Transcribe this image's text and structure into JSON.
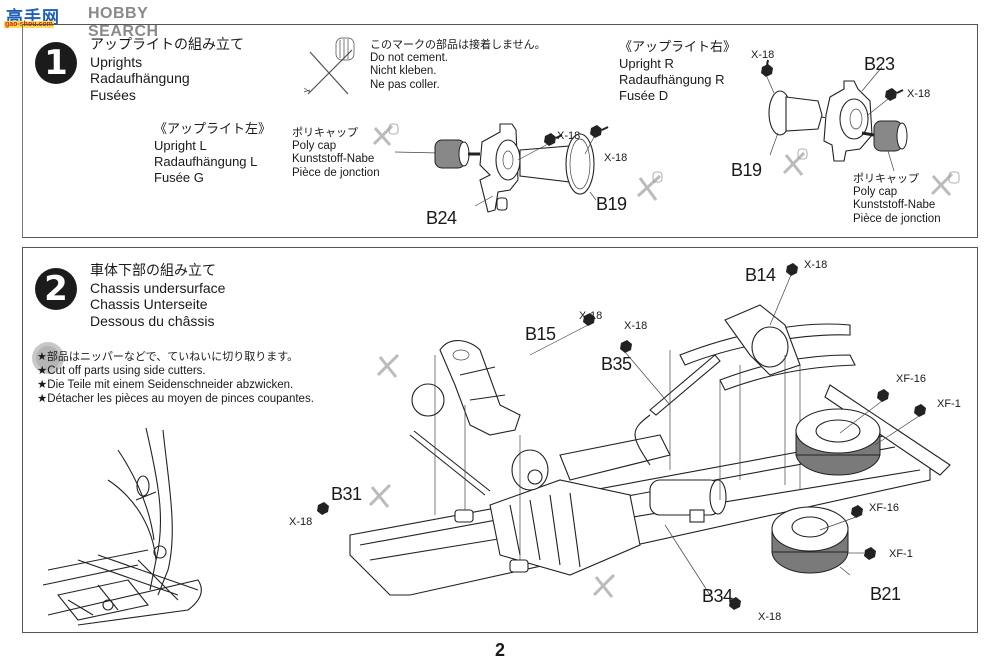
{
  "watermark": {
    "logo": "高手网",
    "text": "HOBBY SEARCH",
    "site": "gao-shou.com"
  },
  "step1": {
    "number": "1",
    "title_jp": "アップライトの組み立て",
    "title_en": "Uprights",
    "title_de": "Radaufhängung",
    "title_fr": "Fusées",
    "do_not_cement": {
      "icon": "no-cement-icon",
      "jp": "このマークの部品は接着しません。",
      "en": "Do not cement.",
      "de": "Nicht kleben.",
      "fr": "Ne pas coller."
    },
    "upright_left": {
      "jp": "《アップライト左》",
      "en": "Upright L",
      "de": "Radaufhängung L",
      "fr": "Fusée G"
    },
    "upright_right": {
      "jp": "《アップライト右》",
      "en": "Upright R",
      "de": "Radaufhängung R",
      "fr": "Fusée D"
    },
    "polycap_left": {
      "jp": "ポリキャップ",
      "en": "Poly cap",
      "de": "Kunststoff-Nabe",
      "fr": "Pièce de jonction"
    },
    "polycap_right": {
      "jp": "ポリキャップ",
      "en": "Poly cap",
      "de": "Kunststoff-Nabe",
      "fr": "Pièce de jonction"
    },
    "parts": {
      "left_knuckle": "B24",
      "left_hub": "B19",
      "right_knuckle": "B23",
      "right_hub": "B19"
    },
    "screws": {
      "left_top": "X-18",
      "left_hub": "X-18",
      "right_top": "X-18",
      "right_knuckle": "X-18"
    }
  },
  "step2": {
    "number": "2",
    "title_jp": "車体下部の組み立て",
    "title_en": "Chassis undersurface",
    "title_de": "Chassis Unterseite",
    "title_fr": "Dessous du châssis",
    "cut_note": {
      "jp": "★部品はニッパーなどで、ていねいに切り取ります。",
      "en": "★Cut off parts using side cutters.",
      "de": "★Die Teile mit einem Seidenschneider abzwicken.",
      "fr": "★Détacher les pièces au moyen de pinces coupantes."
    },
    "parts": {
      "rear_axle": "B14",
      "front_subframe": "B15",
      "driveshaft": "B35",
      "tie_rod": "B31",
      "chassis": "B34",
      "spare_tire": "B21"
    },
    "screws": {
      "b14": "X-18",
      "b15": "X-18",
      "b35": "X-18",
      "b31": "X-18",
      "b34": "X-18",
      "spare_upper_hub": "XF-16",
      "spare_upper_rim": "XF-1",
      "tire_hub": "XF-16",
      "tire_rim": "XF-1"
    }
  },
  "page_number": "2"
}
